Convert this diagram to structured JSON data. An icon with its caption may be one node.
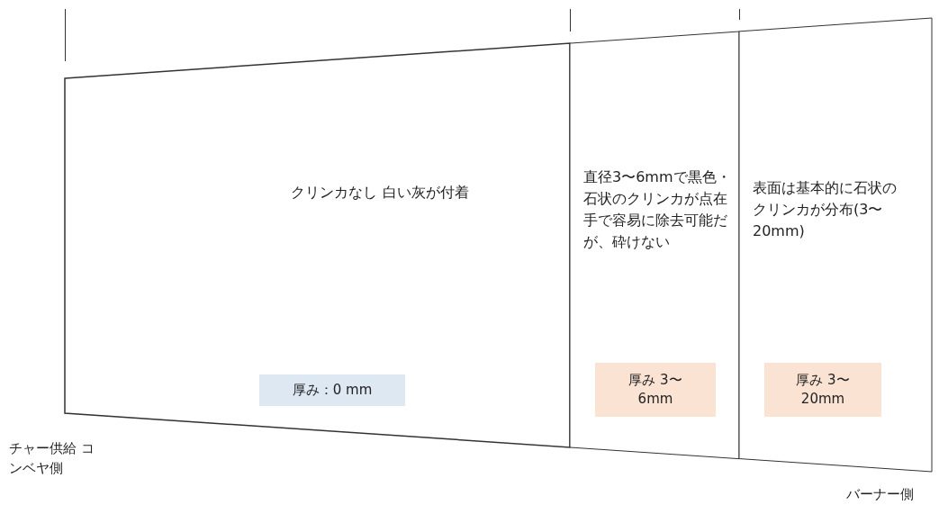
{
  "diagram": {
    "nodes": [
      {
        "text": [
          "クリンカなし 白い灰が付着"
        ]
      },
      {
        "text": [
          "直径3〜6mmで黒色・石状のクリンカが点在手で容易に除去可能だが、砕けない"
        ]
      },
      {
        "text": [
          "表面は基本的に石状のクリンカが分布(3〜20mm)"
        ]
      },
      {
        "text": [
          "厚み：0 mm"
        ],
        "in": 0
      },
      {
        "text": [
          "厚み 3〜6mm"
        ],
        "in": 1
      },
      {
        "text": [
          "厚み 3〜20mm"
        ],
        "in": 2
      }
    ],
    "edges": [],
    "labels": [
      "チャー供給 コンベヤ側",
      "バーナー側"
    ]
  }
}
